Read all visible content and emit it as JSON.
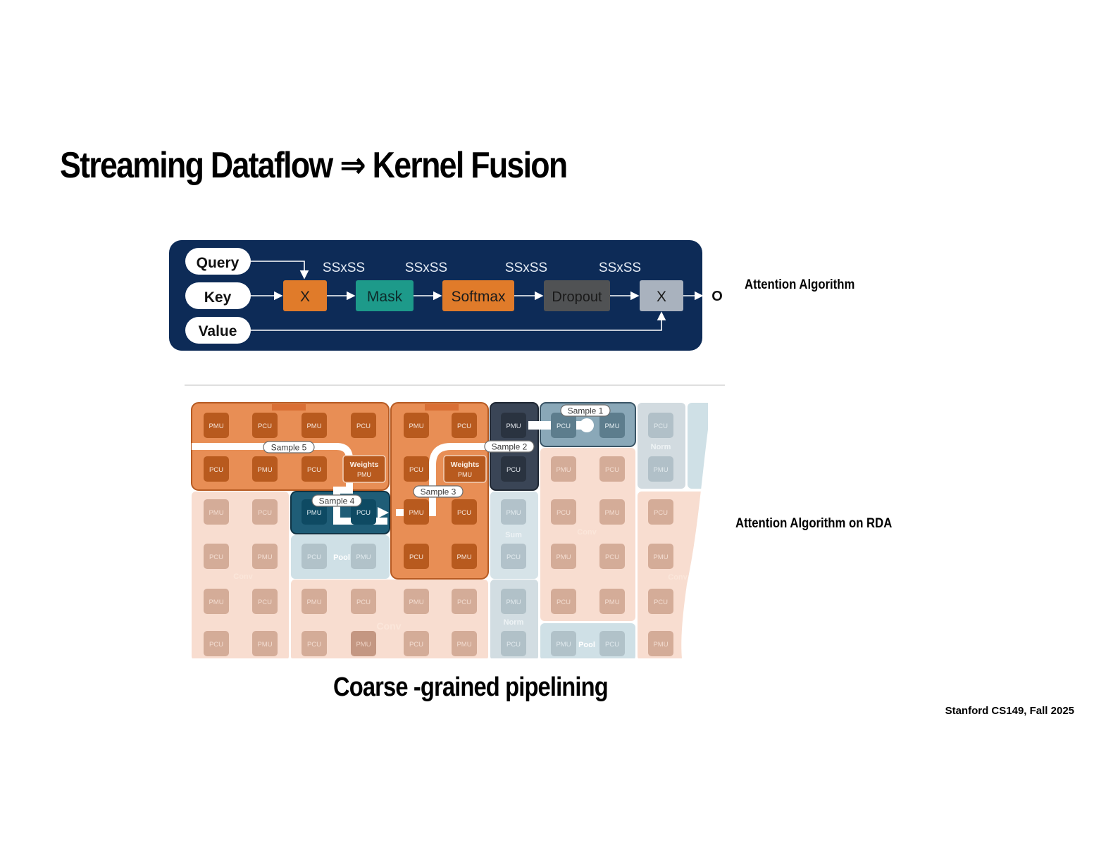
{
  "title": "Streaming Dataflow ⇒ Kernel Fusion",
  "attention": {
    "inputs": [
      "Query",
      "Key",
      "Value"
    ],
    "ops": [
      {
        "label": "X",
        "color": "#e07b2a"
      },
      {
        "label": "Mask",
        "color": "#1d9a8a"
      },
      {
        "label": "Softmax",
        "color": "#e07b2a"
      },
      {
        "label": "Dropout",
        "color": "#505254"
      },
      {
        "label": "X",
        "color": "#a9b2be"
      }
    ],
    "edge_labels": [
      "SSxSS",
      "SSxSS",
      "SSxSS",
      "SSxSS"
    ],
    "output": "O",
    "background": "#0d2b57"
  },
  "side_labels": {
    "algorithm": "Attention Algorithm",
    "rda": "Attention Algorithm on RDA"
  },
  "rda": {
    "unit_labels": {
      "pmu": "PMU",
      "pcu": "PCU"
    },
    "weights": {
      "title": "Weights",
      "sub": "PMU"
    },
    "samples": [
      "Sample 1",
      "Sample 2",
      "Sample 3",
      "Sample 4",
      "Sample 5"
    ],
    "regions": {
      "conv": "Conv",
      "pool": "Pool",
      "norm": "Norm",
      "sum": "Sum"
    },
    "colors": {
      "orange": "#e88e55",
      "orange_unit": "#b85a1e",
      "teal": "#1f5d77",
      "slate": "#3a4556",
      "steel": "#8aa8b8",
      "faint_orange": "#f6d6c6",
      "faint_blue": "#cfe0e6"
    }
  },
  "caption": "Coarse -grained pipelining",
  "footer": "Stanford CS149, Fall 2025"
}
